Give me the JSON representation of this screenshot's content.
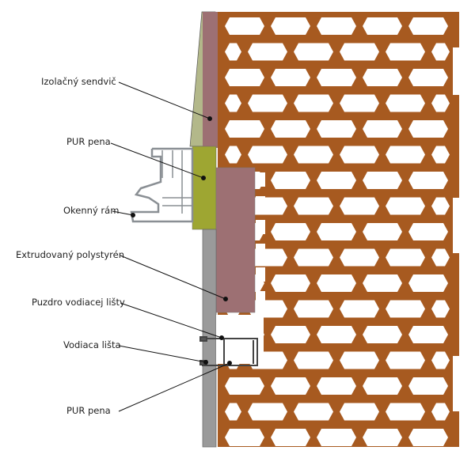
{
  "labels": {
    "insulation_sandwich": "Izolačný sendvič",
    "pur_foam_top": "PUR pena",
    "window_frame": "Okenný rám",
    "xps": "Extrudovaný polystyrén",
    "guide_rail_housing": "Puzdro vodiacej lišty",
    "guide_rail": "Vodiaca lišta",
    "pur_foam_bottom": "PUR pena"
  },
  "colors": {
    "brick": "#a75a20",
    "insulation": "#9d7073",
    "pur_foam": "#9ea632",
    "plaster": "#9a9a9a",
    "render_layer": "#b3b88a",
    "frame": "#8a8f94"
  }
}
